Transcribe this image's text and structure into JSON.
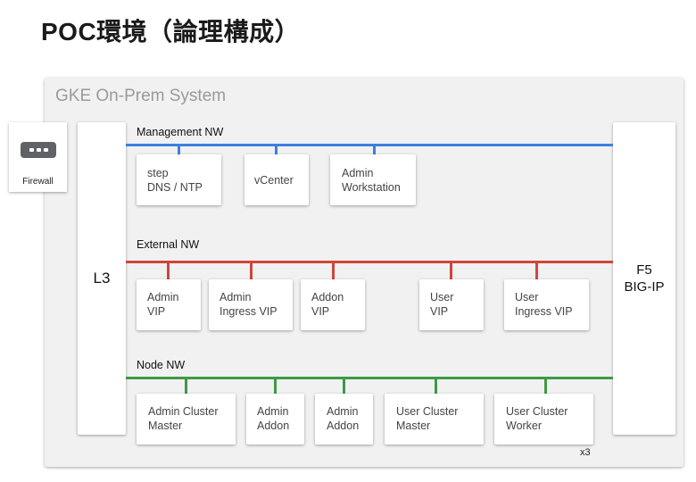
{
  "title": "POC環境（論理構成）",
  "system_label": "GKE On-Prem System",
  "firewall_label": "Firewall",
  "l3_label": "L3",
  "f5_label": "F5\nBIG-IP",
  "networks": {
    "management": {
      "label": "Management NW",
      "color": "#3d7fe0",
      "boxes": [
        {
          "text": "step\nDNS / NTP"
        },
        {
          "text": "vCenter"
        },
        {
          "text": "Admin\nWorkstation"
        }
      ]
    },
    "external": {
      "label": "External NW",
      "color": "#d1453b",
      "boxes": [
        {
          "text": "Admin\nVIP"
        },
        {
          "text": "Admin\nIngress VIP"
        },
        {
          "text": "Addon\nVIP"
        },
        {
          "text": "User\nVIP"
        },
        {
          "text": "User\nIngress VIP"
        }
      ]
    },
    "node": {
      "label": "Node NW",
      "color": "#3d9a45",
      "boxes": [
        {
          "text": "Admin Cluster\nMaster"
        },
        {
          "text": "Admin\nAddon"
        },
        {
          "text": "Admin\nAddon"
        },
        {
          "text": "User Cluster\nMaster"
        },
        {
          "text": "User Cluster\nWorker"
        }
      ]
    }
  },
  "multiplier_label": "x3"
}
